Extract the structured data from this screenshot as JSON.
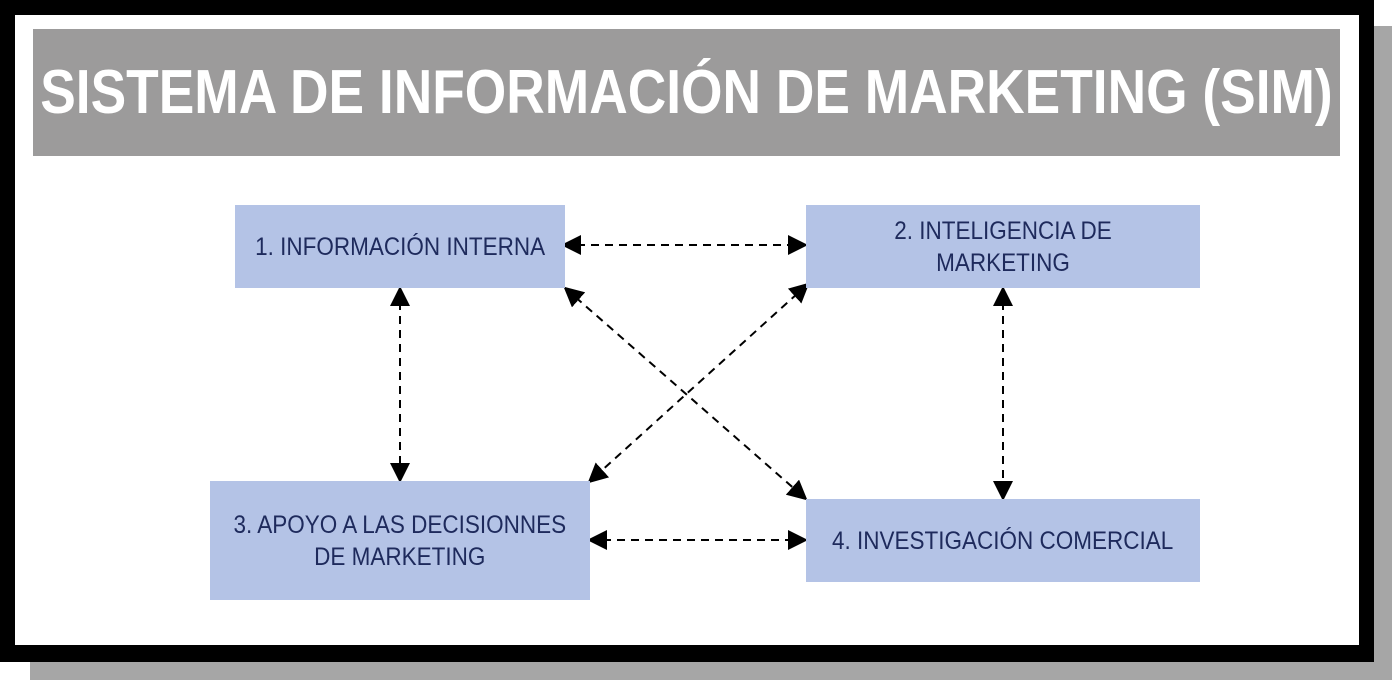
{
  "title": "SISTEMA DE INFORMACIÓN DE MARKETING (SIM)",
  "nodes": [
    {
      "id": "n1",
      "lines": [
        "1. INFORMACIÓN INTERNA"
      ]
    },
    {
      "id": "n2",
      "lines": [
        "2. INTELIGENCIA DE MARKETING"
      ]
    },
    {
      "id": "n3",
      "lines": [
        "3. APOYO A LAS DECISIONNES",
        "DE MARKETING"
      ]
    },
    {
      "id": "n4",
      "lines": [
        "4. INVESTIGACIÓN COMERCIAL"
      ]
    }
  ],
  "edges": [
    {
      "from": "n1",
      "to": "n2",
      "bidirectional": true,
      "style": "dashed"
    },
    {
      "from": "n1",
      "to": "n3",
      "bidirectional": true,
      "style": "dashed"
    },
    {
      "from": "n1",
      "to": "n4",
      "bidirectional": true,
      "style": "dashed"
    },
    {
      "from": "n2",
      "to": "n3",
      "bidirectional": true,
      "style": "dashed"
    },
    {
      "from": "n2",
      "to": "n4",
      "bidirectional": true,
      "style": "dashed"
    },
    {
      "from": "n3",
      "to": "n4",
      "bidirectional": true,
      "style": "dashed"
    }
  ],
  "colors": {
    "title_bar": "#9c9b9b",
    "title_text": "#ffffff",
    "node_fill": "#b4c3e6",
    "node_text": "#1e2a5c",
    "frame": "#000000",
    "shadow": "#a6a6a6",
    "arrow": "#000000"
  }
}
